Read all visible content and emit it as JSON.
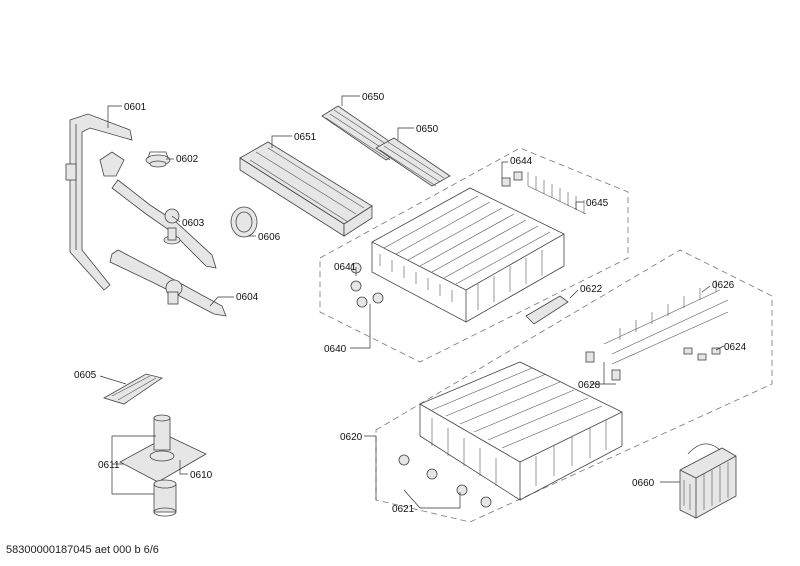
{
  "labels": {
    "p0601": "0601",
    "p0602": "0602",
    "p0603": "0603",
    "p0604": "0604",
    "p0605": "0605",
    "p0606": "0606",
    "p0610": "0610",
    "p0611": "0611",
    "p0620": "0620",
    "p0621": "0621",
    "p0622": "0622",
    "p0624": "0624",
    "p0626": "0626",
    "p0628": "0628",
    "p0640": "0640",
    "p0641": "0641",
    "p0644": "0644",
    "p0645": "0645",
    "p0650a": "0650",
    "p0650b": "0650",
    "p0651": "0651",
    "p0660": "0660"
  },
  "footer": "58300000187045 aet 000 b 6/6"
}
